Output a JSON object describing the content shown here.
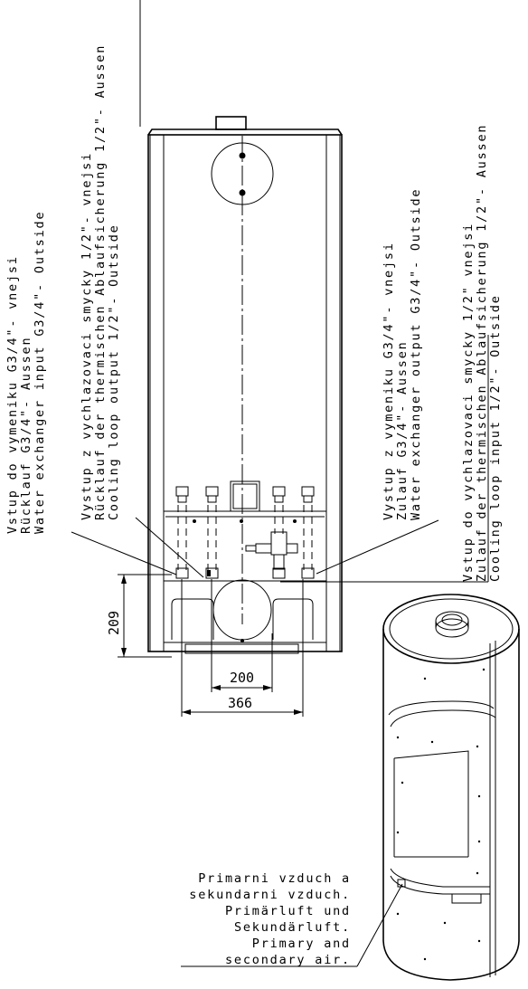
{
  "labels": {
    "left_input": {
      "cz": "Vstup do vymeniku G3/4\"- vnejsi",
      "de": "Rücklauf G3/4\"- Aussen",
      "en": "Water exchanger input G3/4\"- Outside"
    },
    "left_output": {
      "cz": "Vystup z vychlazovaci smycky 1/2\"- vnejsi",
      "de": "Rücklauf der thermischen Ablaufsicherung 1/2\"- Aussen",
      "en": "Cooling loop output 1/2\"- Outside"
    },
    "right_output": {
      "cz": "Vystup z vymeniku G3/4\"- vnejsi",
      "de": "Zulauf G3/4\"- Aussen",
      "en": "Water exchanger output G3/4\"- Outside"
    },
    "right_input": {
      "cz": "Vstup do vychlazovaci smycky 1/2\" vnejsi",
      "de": "Zulauf der thermischen Ablaufsicherung 1/2\"- Aussen",
      "en": "Cooling loop input 1/2\"- Outside"
    },
    "air": [
      "Primarni vzduch a",
      "sekundarni vzduch.",
      "Primärluft und",
      "Sekundärluft.",
      "Primary and",
      "secondary air."
    ]
  },
  "dimensions": {
    "height": "209",
    "inner_width": "200",
    "outer_width": "366"
  }
}
